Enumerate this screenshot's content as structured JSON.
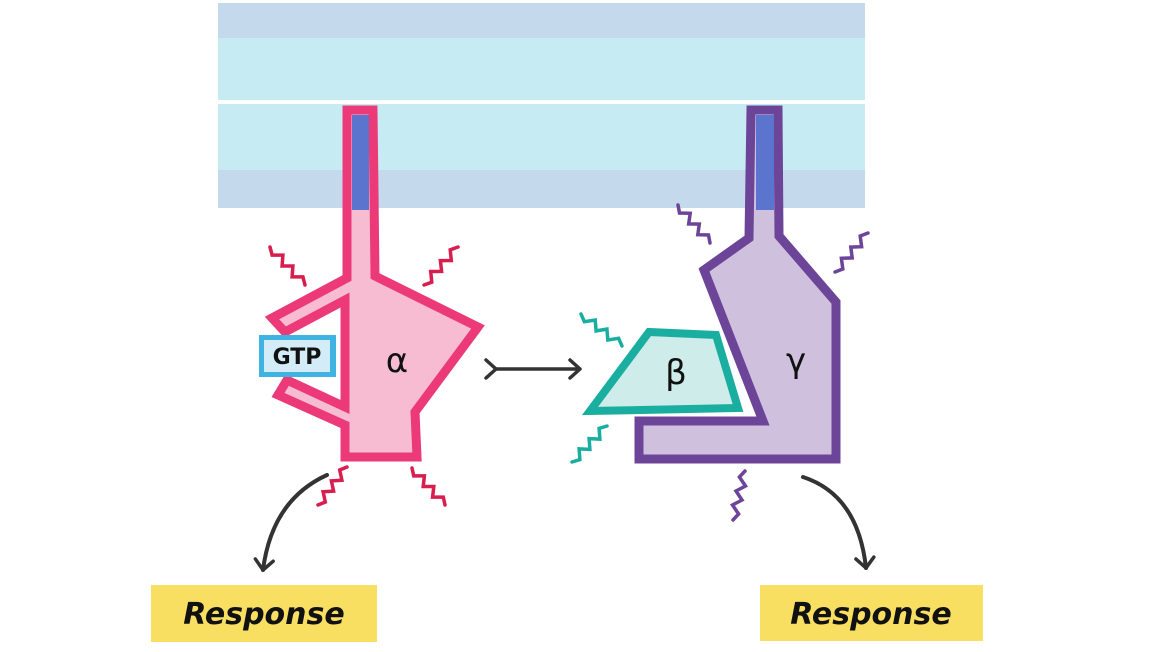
{
  "diagram": {
    "membrane": {
      "colors": {
        "outer_band": "#c4d9ec",
        "inner_band": "#c7ebf3",
        "midline": "#ffffff"
      }
    },
    "alpha": {
      "label": "α",
      "bound_nucleotide": "GTP",
      "colors": {
        "outline": "#ec3a78",
        "fill": "#f8bcd2",
        "anchor": "#5b75cf",
        "gtp_fill": "#3fb3e2",
        "gtp_inner": "#d3ecf7",
        "signal": "#d81e4e"
      }
    },
    "beta": {
      "label": "β",
      "colors": {
        "outline": "#1aaea0",
        "fill": "#cdecea",
        "signal": "#1aaea0"
      }
    },
    "gamma": {
      "label": "γ",
      "colors": {
        "outline": "#6c4599",
        "fill": "#cfc1de",
        "anchor": "#5b75cf",
        "signal": "#6c4599"
      }
    },
    "exchange_arrow": {
      "type": "double-headed",
      "color": "#333333"
    },
    "outputs": [
      {
        "label": "Response",
        "source": "α"
      },
      {
        "label": "Response",
        "source": "βγ"
      }
    ],
    "response_box_color": "#f8df62"
  }
}
